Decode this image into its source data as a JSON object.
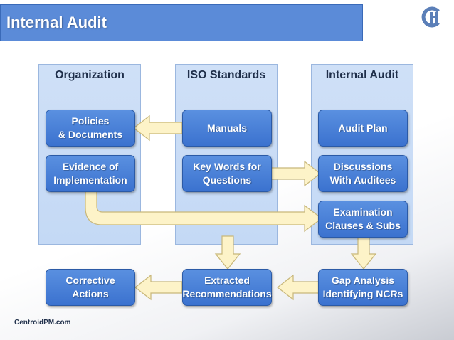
{
  "header": {
    "title": "Internal Audit"
  },
  "logo": {
    "icon": "centroid-logo-icon"
  },
  "columns": {
    "organization": {
      "title": "Organization"
    },
    "iso_standards": {
      "title": "ISO Standards"
    },
    "internal_audit": {
      "title": "Internal Audit"
    }
  },
  "boxes": {
    "policies_documents": "Policies\n& Documents",
    "evidence_implementation": "Evidence of\nImplementation",
    "manuals": "Manuals",
    "key_words": "Key Words for\nQuestions",
    "audit_plan": "Audit Plan",
    "discussions": "Discussions\nWith Auditees",
    "examination": "Examination\nClauses & Subs",
    "corrective_actions": "Corrective\nActions",
    "extracted_recommendations": "Extracted\nRecommendations",
    "gap_analysis": "Gap Analysis\nIdentifying NCRs"
  },
  "colors": {
    "title_bar": "#5b8bd8",
    "column_fill": "#cfe0f7",
    "box_fill": "#3b72cf",
    "arrow_fill": "#fdf3c8"
  },
  "footer": {
    "brand": "CentroidPM.com"
  }
}
